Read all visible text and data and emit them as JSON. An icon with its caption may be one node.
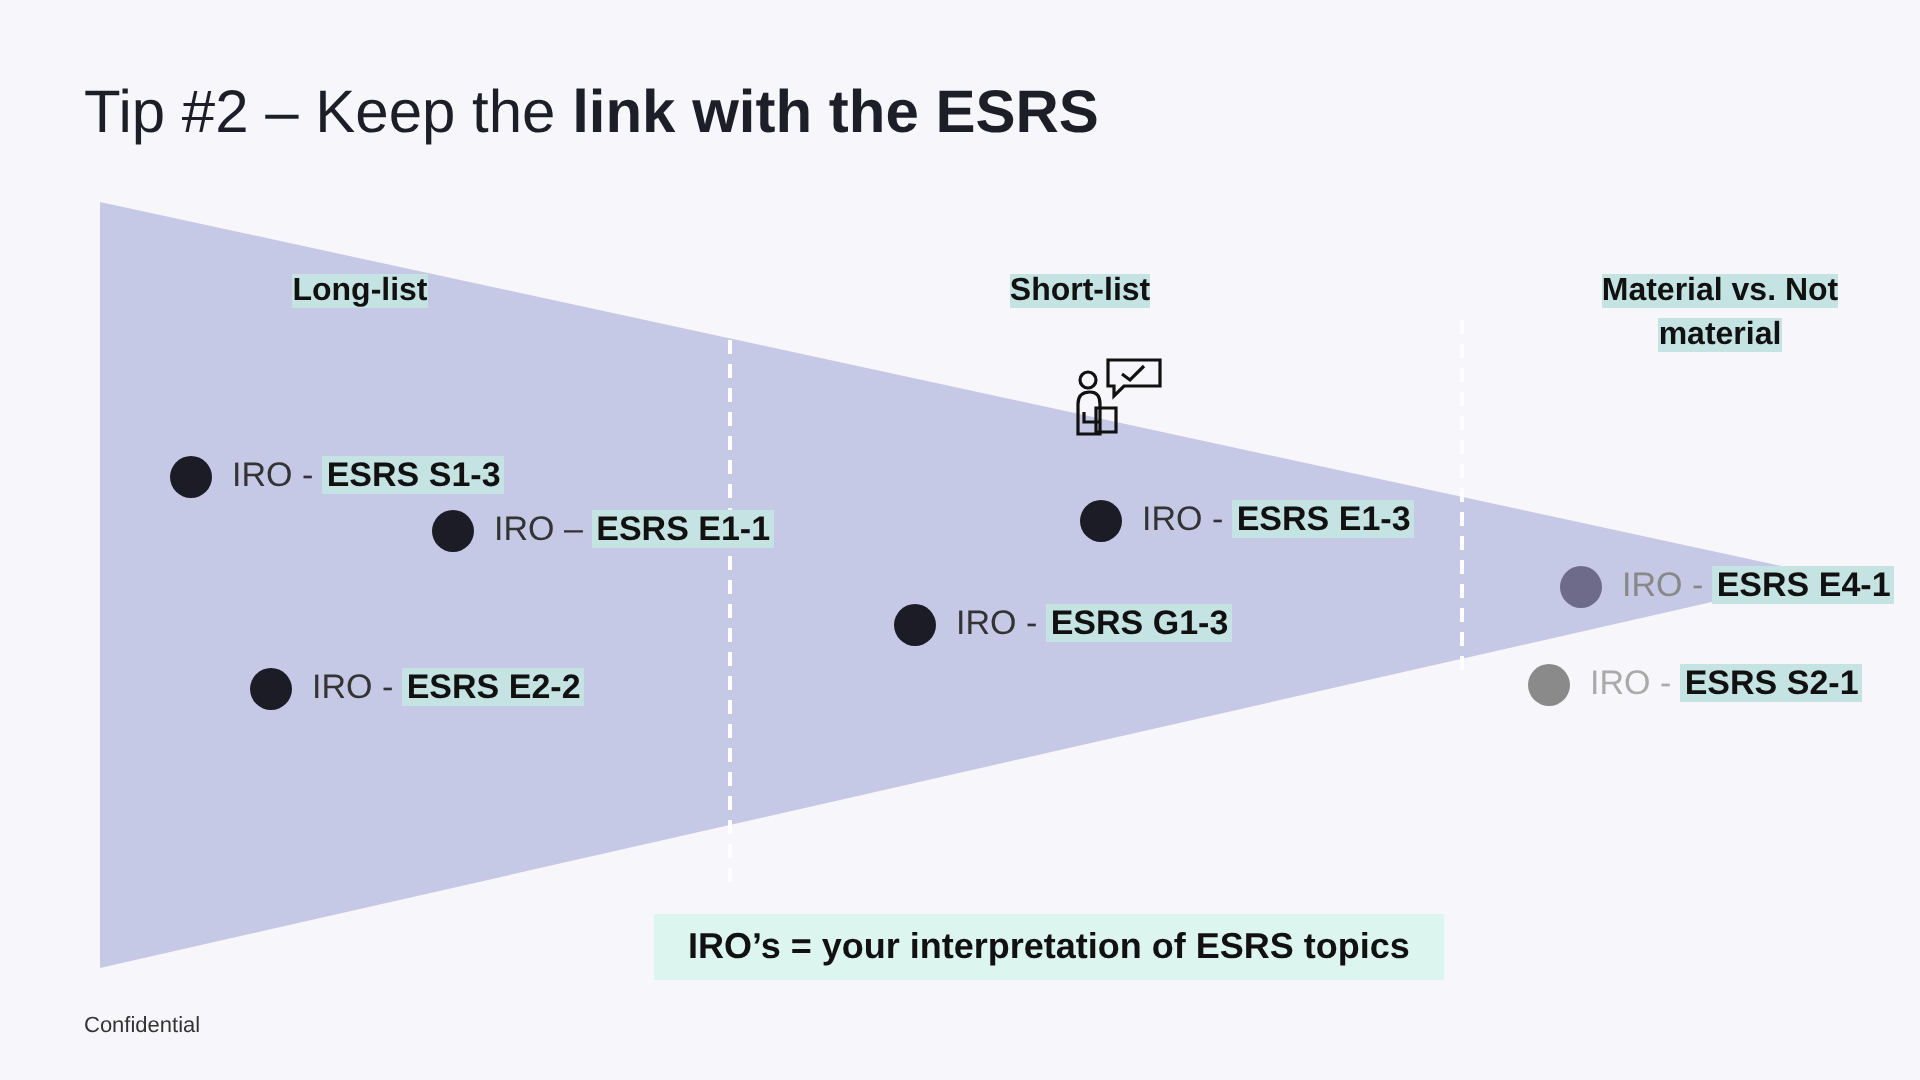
{
  "diagram": {
    "title": "Tip #2 – Keep the **link with the ESRS**",
    "nodes": [
      {
        "text": [
          "IRO - **ESRS S1-3**"
        ]
      },
      {
        "text": [
          "IRO – **ESRS E1-1**"
        ]
      },
      {
        "text": [
          "IRO - **ESRS E2-2**"
        ]
      },
      {
        "text": [
          "IRO - **ESRS G1-3**"
        ]
      },
      {
        "text": [
          "IRO - **ESRS E1-3**"
        ]
      },
      {
        "text": [
          "IRO - **ESRS E4-1**"
        ]
      },
      {
        "text": [
          "IRO - **ESRS S2-1**"
        ]
      }
    ],
    "labels": [
      "Long-list",
      "Short-list",
      "Material vs. Not material",
      "IRO’s = your interpretation of ESRS topics",
      "Confidential"
    ]
  }
}
